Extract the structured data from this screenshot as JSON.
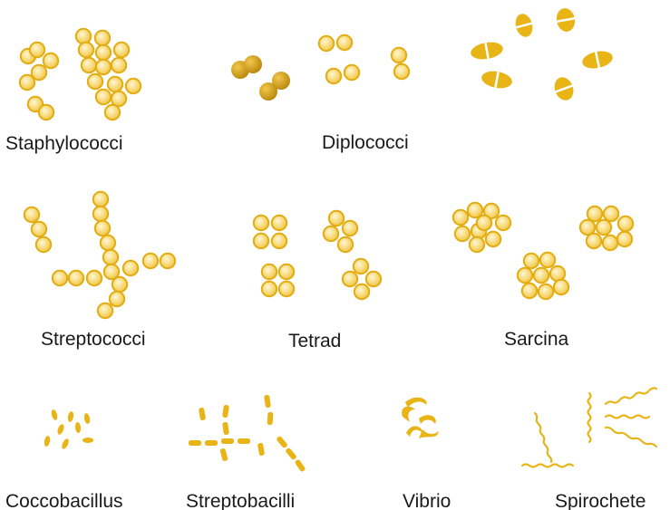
{
  "colors": {
    "cell_fill": "#f7d774",
    "cell_highlight": "#fdf0c2",
    "cell_outline": "#e3ad11",
    "solid": "#e8b416",
    "dark": "#cf9a0a",
    "label": "#1a1a1a"
  },
  "labels": {
    "staphylococci": "Staphylococci",
    "diplococci": "Diplococci",
    "streptococci": "Streptococci",
    "tetrad": "Tetrad",
    "sarcina": "Sarcina",
    "coccobacillus": "Coccobacillus",
    "streptobacilli": "Streptobacilli",
    "vibrio": "Vibrio",
    "spirochete": "Spirochete"
  }
}
